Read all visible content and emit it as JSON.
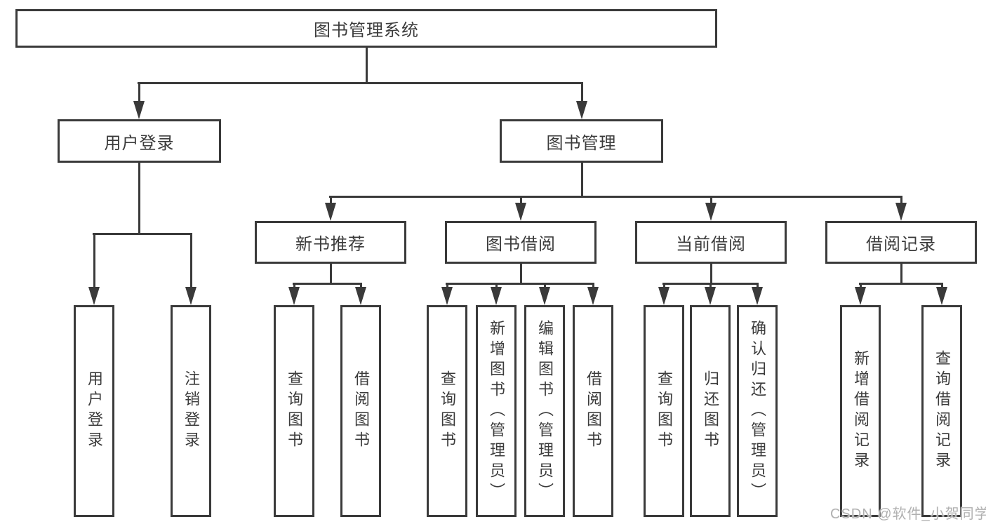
{
  "nodes": {
    "root": "图书管理系统",
    "level2": [
      "用户登录",
      "图书管理"
    ],
    "level3": [
      "新书推荐",
      "图书借阅",
      "当前借阅",
      "借阅记录"
    ],
    "login_children": [
      "用户登录",
      "注销登录"
    ],
    "newbook_children": [
      "查询图书",
      "借阅图书"
    ],
    "borrow_children": [
      "查询图书",
      "新增图书（管理员）",
      "编辑图书（管理员）",
      "借阅图书"
    ],
    "current_children": [
      "查询图书",
      "归还图书",
      "确认归还（管理员）"
    ],
    "record_children": [
      "新增借阅记录",
      "查询借阅记录"
    ]
  },
  "watermark": "CSDN @软件_小贺同学",
  "colors": {
    "line": "#3a3a3a",
    "text": "#3b3b3b",
    "watermark": "#b0b0b0",
    "background": "#ffffff"
  }
}
